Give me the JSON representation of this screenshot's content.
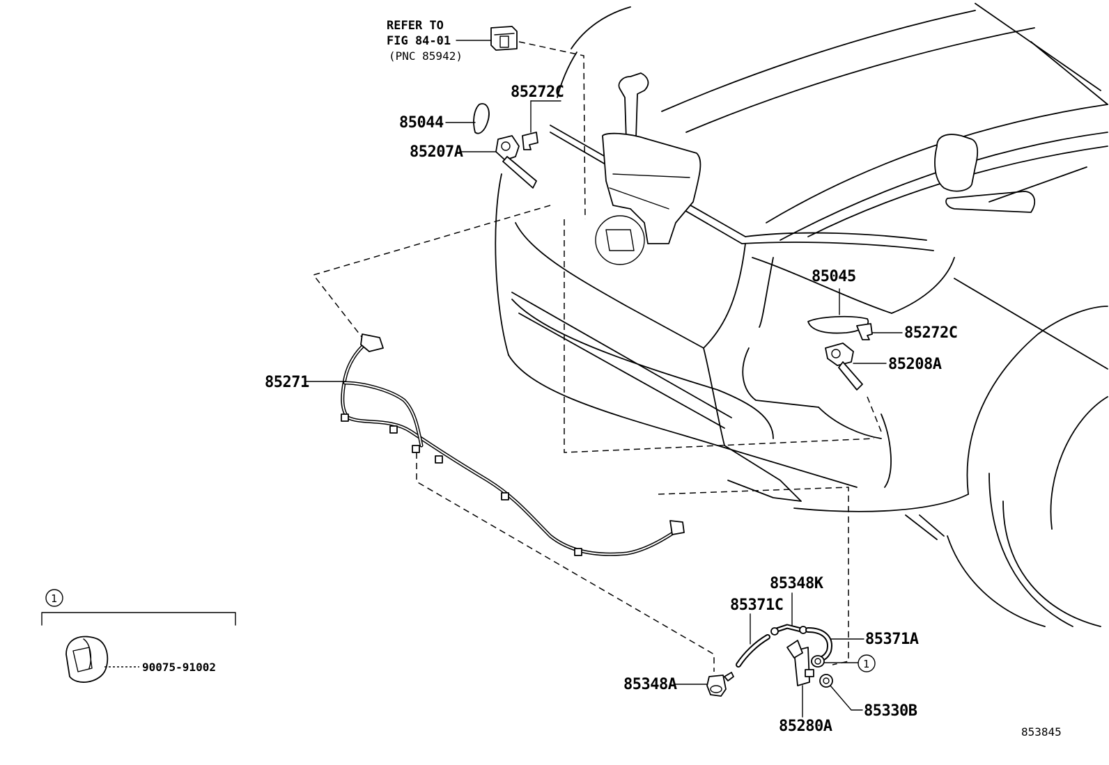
{
  "reference": {
    "line1": "REFER TO",
    "line2": "FIG 84-01",
    "line3": "(PNC 85942)"
  },
  "callouts": {
    "c85272C_top": "85272C",
    "c85044": "85044",
    "c85207A": "85207A",
    "c85045": "85045",
    "c85272C_right": "85272C",
    "c85208A": "85208A",
    "c85271": "85271",
    "c85348K": "85348K",
    "c85371C": "85371C",
    "c85371A": "85371A",
    "c85348A": "85348A",
    "c85330B": "85330B",
    "c85280A": "85280A"
  },
  "detail_inset": {
    "marker": "1",
    "part_number": "90075-91002"
  },
  "pointer_marker": "1",
  "illustration_number": "853845"
}
